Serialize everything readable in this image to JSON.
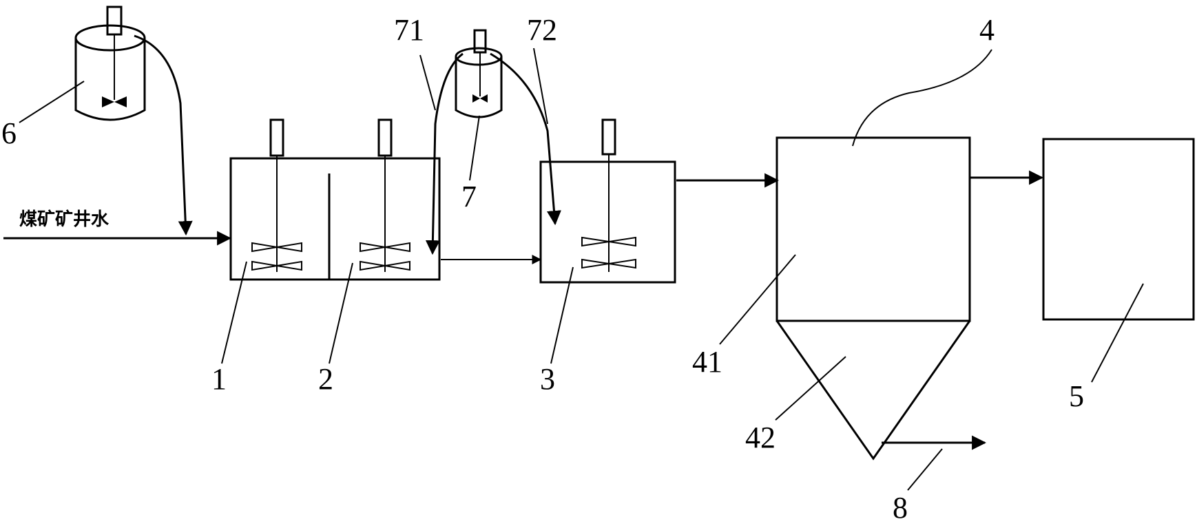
{
  "diagram": {
    "inlet_label": "煤矿矿井水",
    "labels": {
      "tank1": "1",
      "tank2": "2",
      "tank3": "3",
      "clarifier": "4",
      "clarifier_upper": "41",
      "clarifier_cone": "42",
      "tank5": "5",
      "dosing_tank6": "6",
      "dosing_tank7": "7",
      "dosing_line71": "71",
      "dosing_line72": "72",
      "sludge_outlet": "8"
    }
  }
}
